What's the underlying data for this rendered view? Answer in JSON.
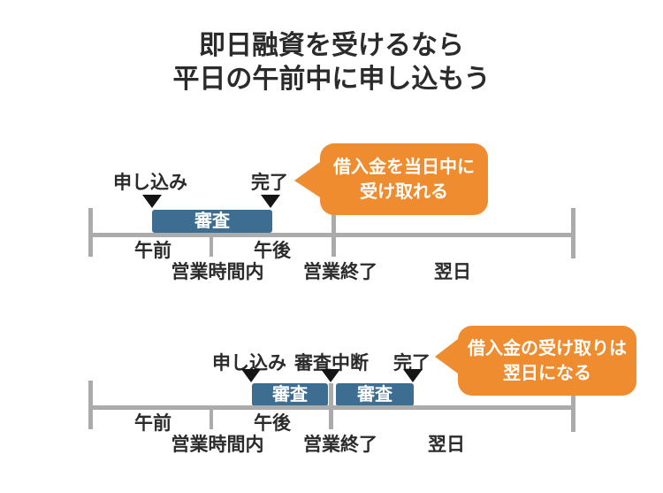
{
  "title": {
    "line1": "即日融資を受けるなら",
    "line2": "平日の午前中に申し込もう"
  },
  "colors": {
    "accent_orange": "#ef8c30",
    "bar_blue": "#3d6e91",
    "timeline_gray": "#ababab",
    "text_dark": "#2b2b2b"
  },
  "diagram_morning": {
    "markers": [
      {
        "label": "申し込み"
      },
      {
        "label": "完了"
      }
    ],
    "review_bar": {
      "label": "審査"
    },
    "bubble": {
      "line1": "借入金を当日中に",
      "line2": "受け取れる"
    },
    "axis": {
      "morning": "午前",
      "afternoon": "午後",
      "business_hours": "営業時間内",
      "business_close": "営業終了",
      "next_day": "翌日"
    }
  },
  "diagram_afternoon": {
    "markers": [
      {
        "label": "申し込み"
      },
      {
        "label": "審査中断"
      },
      {
        "label": "完了"
      }
    ],
    "review_bar1": {
      "label": "審査"
    },
    "review_bar2": {
      "label": "審査"
    },
    "bubble": {
      "line1": "借入金の受け取りは",
      "line2": "翌日になる"
    },
    "axis": {
      "morning": "午前",
      "afternoon": "午後",
      "business_hours": "営業時間内",
      "business_close": "営業終了",
      "next_day": "翌日"
    }
  }
}
